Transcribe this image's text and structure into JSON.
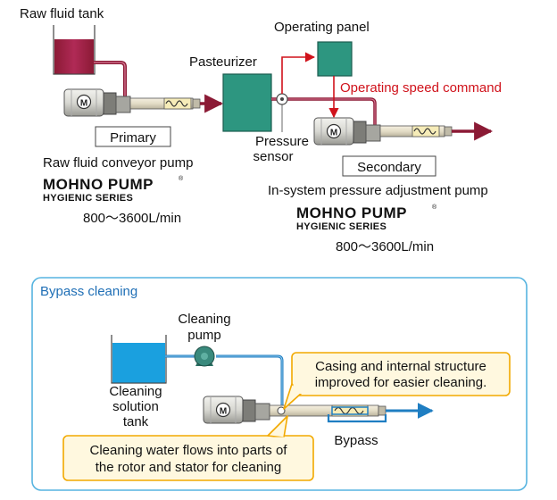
{
  "colors": {
    "raw_pipe": "#8b1a35",
    "raw_tank": "#a3234a",
    "pasteurizer": "#2d9680",
    "signal_red": "#d0121b",
    "clean_pipe": "#1f7ec2",
    "clean_tank": "#1aa0df",
    "callout_border": "#f2a900",
    "callout_fill": "#fff8df",
    "panel_border": "#56b4e0"
  },
  "top": {
    "raw_fluid_tank": "Raw fluid tank",
    "pasteurizer": "Pasteurizer",
    "operating_panel": "Operating panel",
    "operating_speed_command": "Operating speed command",
    "pressure_sensor_line1": "Pressure",
    "pressure_sensor_line2": "sensor",
    "primary_box": "Primary",
    "primary_desc": "Raw fluid conveyor pump",
    "secondary_box": "Secondary",
    "secondary_desc": "In-system pressure adjustment pump",
    "brand_name": "MOHNO PUMP",
    "brand_reg": "®",
    "brand_series": "HYGIENIC SERIES",
    "primary_flow": "800～3600L/min",
    "secondary_flow": "800～3600L/min",
    "motor_symbol": "M"
  },
  "bypass": {
    "title": "Bypass cleaning",
    "cleaning_pump_line1": "Cleaning",
    "cleaning_pump_line2": "pump",
    "tank_line1": "Cleaning",
    "tank_line2": "solution",
    "tank_line3": "tank",
    "callout_casing_line1": "Casing and internal structure",
    "callout_casing_line2": "improved for easier cleaning.",
    "callout_water_line1": "Cleaning water flows into parts of",
    "callout_water_line2": "the rotor and stator for cleaning",
    "bypass_label": "Bypass",
    "motor_symbol": "M"
  }
}
